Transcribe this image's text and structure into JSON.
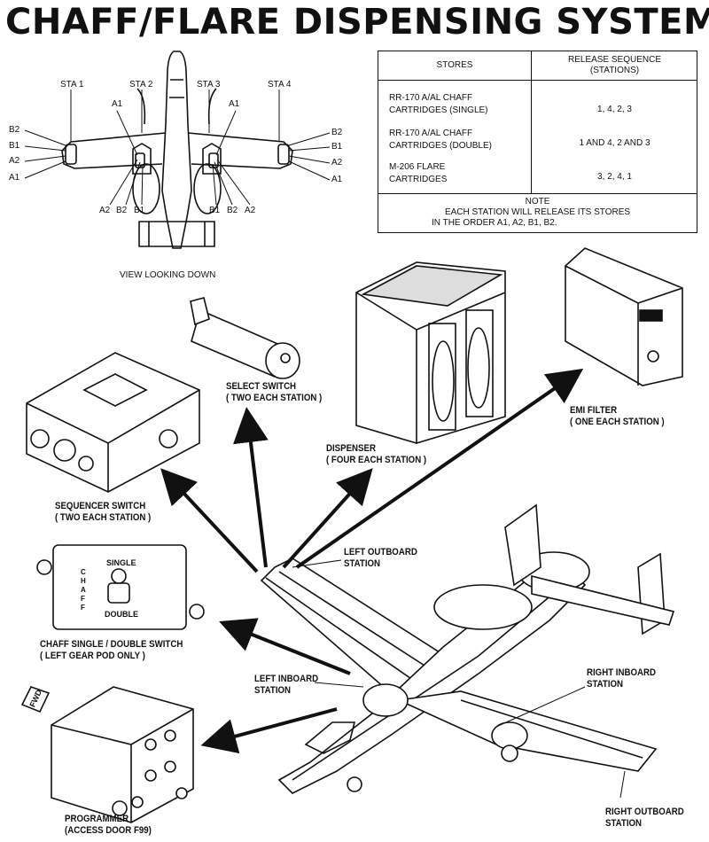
{
  "title": "CHAFF/FLARE DISPENSING SYSTEM",
  "top_view": {
    "caption": "VIEW LOOKING DOWN",
    "stations": [
      "STA 1",
      "STA 2",
      "STA 3",
      "STA 4"
    ],
    "rows_left": [
      "B2",
      "B1",
      "A2",
      "A1"
    ],
    "rows_right": [
      "B2",
      "B1",
      "A2",
      "A1"
    ],
    "inner_left_top": "A1",
    "inner_left_bottom": [
      "A2",
      "B2",
      "B1"
    ],
    "inner_right_top": "A1",
    "inner_right_bottom": [
      "B1",
      "B2",
      "A2"
    ]
  },
  "table": {
    "col_stores": "STORES",
    "col_sequence_line1": "RELEASE SEQUENCE",
    "col_sequence_line2": "(STATIONS)",
    "rows": [
      {
        "store_line1": "RR-170 A/AL CHAFF",
        "store_line2": "CARTRIDGES (SINGLE)",
        "sequence": "1, 4, 2, 3"
      },
      {
        "store_line1": "RR-170 A/AL CHAFF",
        "store_line2": "CARTRIDGES (DOUBLE)",
        "sequence": "1 AND 4, 2 AND 3"
      },
      {
        "store_line1": "M-206 FLARE",
        "store_line2": "CARTRIDGES",
        "sequence": "3, 2, 4, 1"
      }
    ],
    "note_title": "NOTE",
    "note_line1": "EACH STATION WILL RELEASE ITS STORES",
    "note_line2": "IN THE ORDER A1, A2, B1, B2."
  },
  "components": {
    "select_switch": {
      "line1": "SELECT SWITCH",
      "line2": "( TWO EACH STATION )"
    },
    "dispenser": {
      "line1": "DISPENSER",
      "line2": "( FOUR EACH STATION )"
    },
    "emi_filter": {
      "line1": "EMI FILTER",
      "line2": "( ONE EACH STATION )"
    },
    "sequencer_switch": {
      "line1": "SEQUENCER SWITCH",
      "line2": "( TWO EACH STATION )"
    },
    "chaff_switch": {
      "line1": "CHAFF SINGLE / DOUBLE SWITCH",
      "line2": "( LEFT GEAR POD ONLY )",
      "panel_single": "SINGLE",
      "panel_double": "DOUBLE",
      "panel_chaff": "C H A F F"
    },
    "programmer": {
      "line1": "PROGRAMMER",
      "line2": "(ACCESS DOOR F99)"
    },
    "fwd_tag": "FWD"
  },
  "stations": {
    "left_outboard": {
      "line1": "LEFT OUTBOARD",
      "line2": "STATION"
    },
    "left_inboard": {
      "line1": "LEFT INBOARD",
      "line2": "STATION"
    },
    "right_inboard": {
      "line1": "RIGHT INBOARD",
      "line2": "STATION"
    },
    "right_outboard": {
      "line1": "RIGHT OUTBOARD",
      "line2": "STATION"
    }
  }
}
